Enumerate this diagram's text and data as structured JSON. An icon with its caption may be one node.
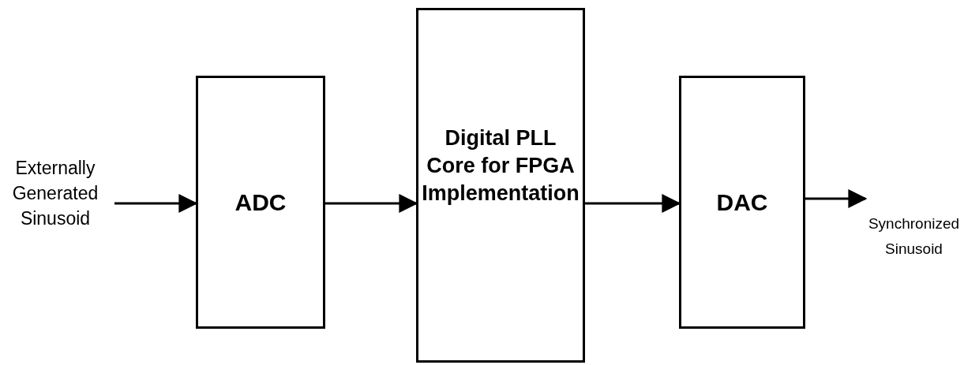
{
  "diagram": {
    "nodes": [
      {
        "text": [
          "Externally Generated Sinusoid"
        ]
      },
      {
        "text": [
          "ADC"
        ]
      },
      {
        "text": [
          "Digital PLL Core for FPGA Implementation"
        ]
      },
      {
        "text": [
          "DAC"
        ]
      },
      {
        "text": [
          "Synchronized Sinusoid"
        ]
      }
    ],
    "edges": [
      {
        "from": 0,
        "to": 1,
        "arrow": "to"
      },
      {
        "from": 1,
        "to": 2,
        "arrow": "to"
      },
      {
        "from": 2,
        "to": 3,
        "arrow": "to"
      },
      {
        "from": 3,
        "to": 4,
        "arrow": "to"
      }
    ]
  }
}
